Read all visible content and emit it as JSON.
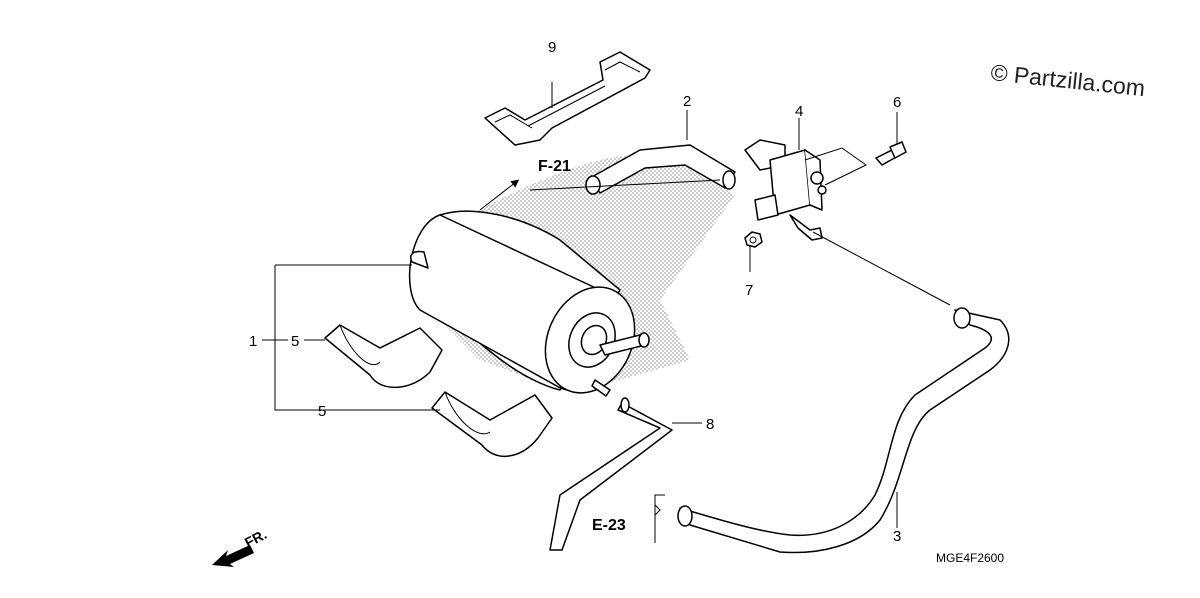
{
  "diagram": {
    "watermark": "© Partzilla.com",
    "drawing_code": "MGE4F2600",
    "front_indicator": "FR.",
    "refs": {
      "f21": "F-21",
      "e23": "E-23"
    },
    "callouts": {
      "c1": "1",
      "c2": "2",
      "c3": "3",
      "c4": "4",
      "c5a": "5",
      "c5b": "5",
      "c6": "6",
      "c7": "7",
      "c8": "8",
      "c9": "9"
    }
  }
}
